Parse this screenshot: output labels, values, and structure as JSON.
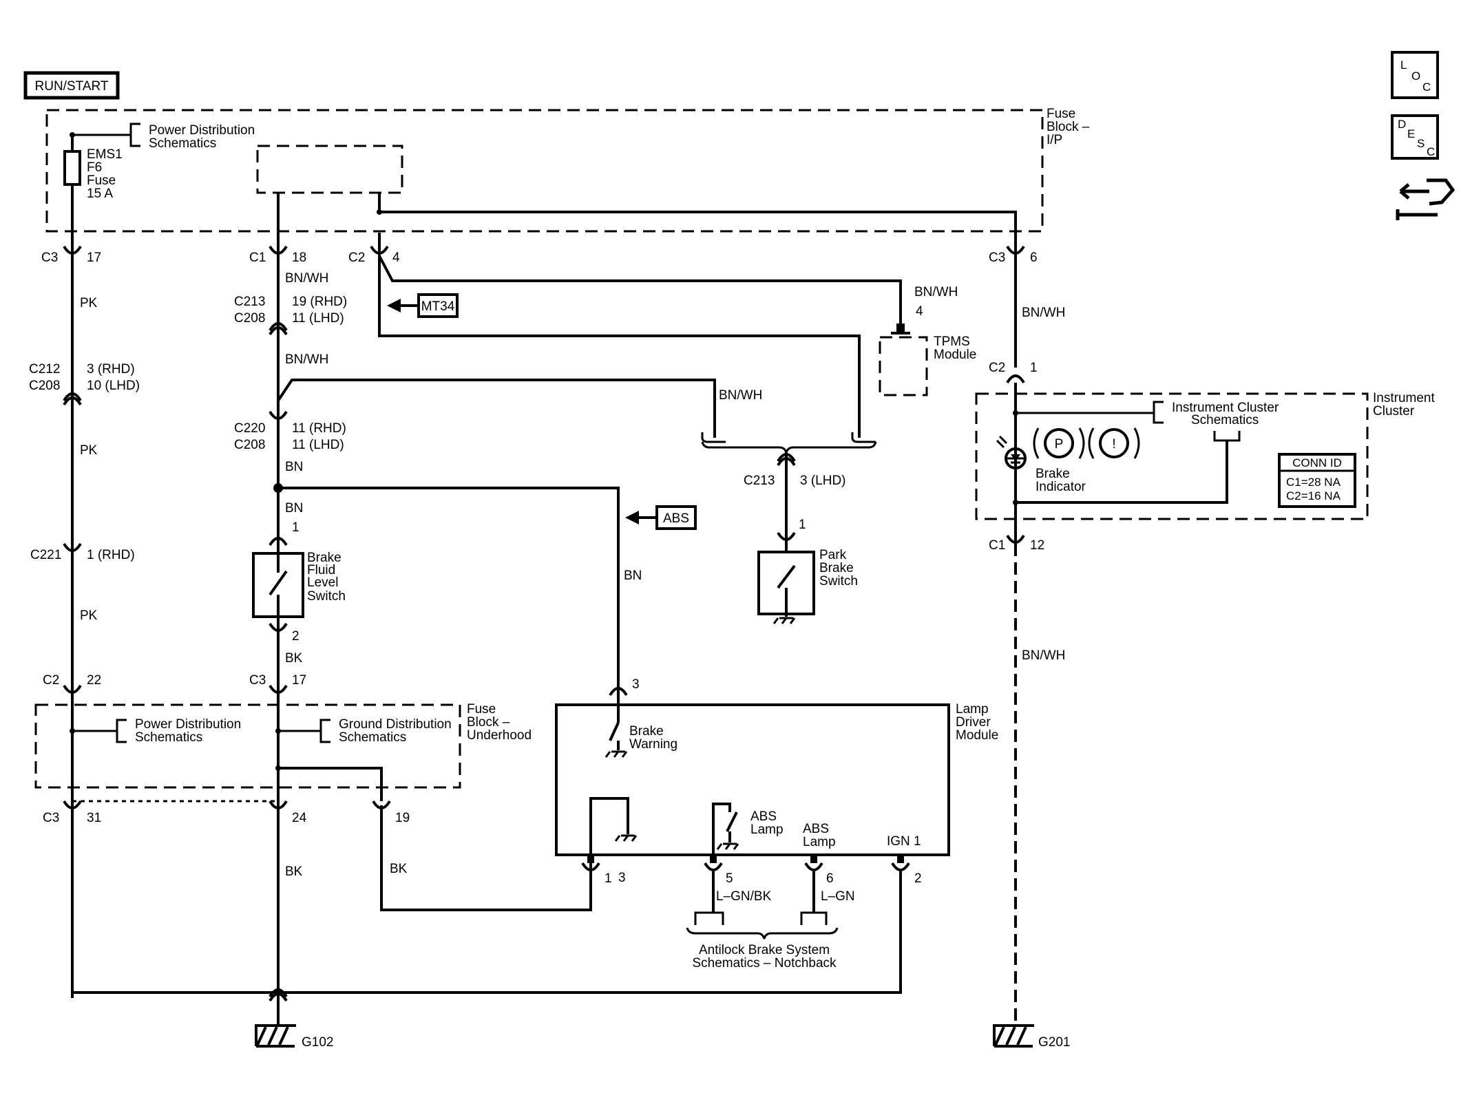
{
  "power_tag": "RUN/START",
  "side_icons": {
    "loc": [
      "L",
      "O",
      "C"
    ],
    "desc": [
      "D",
      "E",
      "S",
      "C"
    ]
  },
  "fuse_block_ip": {
    "title": [
      "Fuse",
      "Block –",
      "I/P"
    ]
  },
  "fuse": {
    "lines": [
      "EMS1",
      "F6",
      "Fuse",
      "15 A"
    ]
  },
  "power_dist_1": [
    "Power Distribution",
    "Schematics"
  ],
  "power_dist_2": [
    "Power Distribution",
    "Schematics"
  ],
  "ground_dist": [
    "Ground Distribution",
    "Schematics"
  ],
  "fuse_block_uh": {
    "title": [
      "Fuse",
      "Block –",
      "Underhood"
    ]
  },
  "connectors": {
    "c3_17": [
      "C3",
      "17"
    ],
    "c1_18": [
      "C1",
      "18"
    ],
    "c2_4": [
      "C2",
      "4"
    ],
    "c3_6": [
      "C3",
      "6"
    ],
    "c213_rhd": [
      "C213",
      "19 (RHD)"
    ],
    "c208_lhd_a": [
      "C208",
      "11 (LHD)"
    ],
    "c212": [
      "C212",
      "3 (RHD)"
    ],
    "c208_b": [
      "C208",
      "10 (LHD)"
    ],
    "c220": [
      "C220",
      "11 (RHD)"
    ],
    "c208_c": [
      "C208",
      "11 (LHD)"
    ],
    "c221": [
      "C221",
      "1 (RHD)"
    ],
    "c2_22": [
      "C2",
      "22"
    ],
    "c3_17b": [
      "C3",
      "17"
    ],
    "c3_31": [
      "C3",
      "31"
    ],
    "pin24": "24",
    "pin19": "19",
    "c2_1": [
      "C2",
      "1"
    ],
    "c1_12": [
      "C1",
      "12"
    ],
    "c213_lhd": [
      "C213",
      "3 (LHD)"
    ],
    "tpms_pin": "4",
    "bf_pin1": "1",
    "bf_pin2": "2",
    "pb_pin1": "1",
    "ldm_pin3": "3",
    "ldm_pin1": "1",
    "ldm_pin5": "5",
    "ldm_pin6": "6",
    "ldm_pin2": "2"
  },
  "wires": {
    "pk1": "PK",
    "pk2": "PK",
    "pk3": "PK",
    "bnwh1": "BN/WH",
    "bnwh2": "BN/WH",
    "bnwh_tpms": "BN/WH",
    "bnwh_park": "BN/WH",
    "bnwh_c3": "BN/WH",
    "bnwh_c1": "BN/WH",
    "bn1": "BN",
    "bn2": "BN",
    "bn_ldm": "BN",
    "bk_bf": "BK",
    "bk24": "BK",
    "bk19": "BK",
    "lgnbk": "L–GN/BK",
    "lgn": "L–GN"
  },
  "refs": {
    "mt34": "MT34",
    "abs": "ABS"
  },
  "tpms": [
    "TPMS",
    "Module"
  ],
  "brake_fluid": [
    "Brake",
    "Fluid",
    "Level",
    "Switch"
  ],
  "park_brake": [
    "Park",
    "Brake",
    "Switch"
  ],
  "instrument_cluster": {
    "title": [
      "Instrument",
      "Cluster"
    ],
    "schem": [
      "Instrument Cluster",
      "Schematics"
    ],
    "indicator": [
      "Brake",
      "Indicator"
    ],
    "symbols": [
      "P",
      "!"
    ],
    "conn_id": {
      "header": "CONN ID",
      "rows": [
        "C1=28 NA",
        "C2=16 NA"
      ]
    }
  },
  "ldm": {
    "title": [
      "Lamp",
      "Driver",
      "Module"
    ],
    "brake_warning": [
      "Brake",
      "Warning"
    ],
    "abs_lamp_a": [
      "ABS",
      "Lamp"
    ],
    "abs_lamp_b": [
      "ABS",
      "Lamp"
    ],
    "ign": "IGN 1"
  },
  "abs_schem": [
    "Antilock Brake System",
    "Schematics – Notchback"
  ],
  "grounds": {
    "g102": "G102",
    "g201": "G201"
  }
}
